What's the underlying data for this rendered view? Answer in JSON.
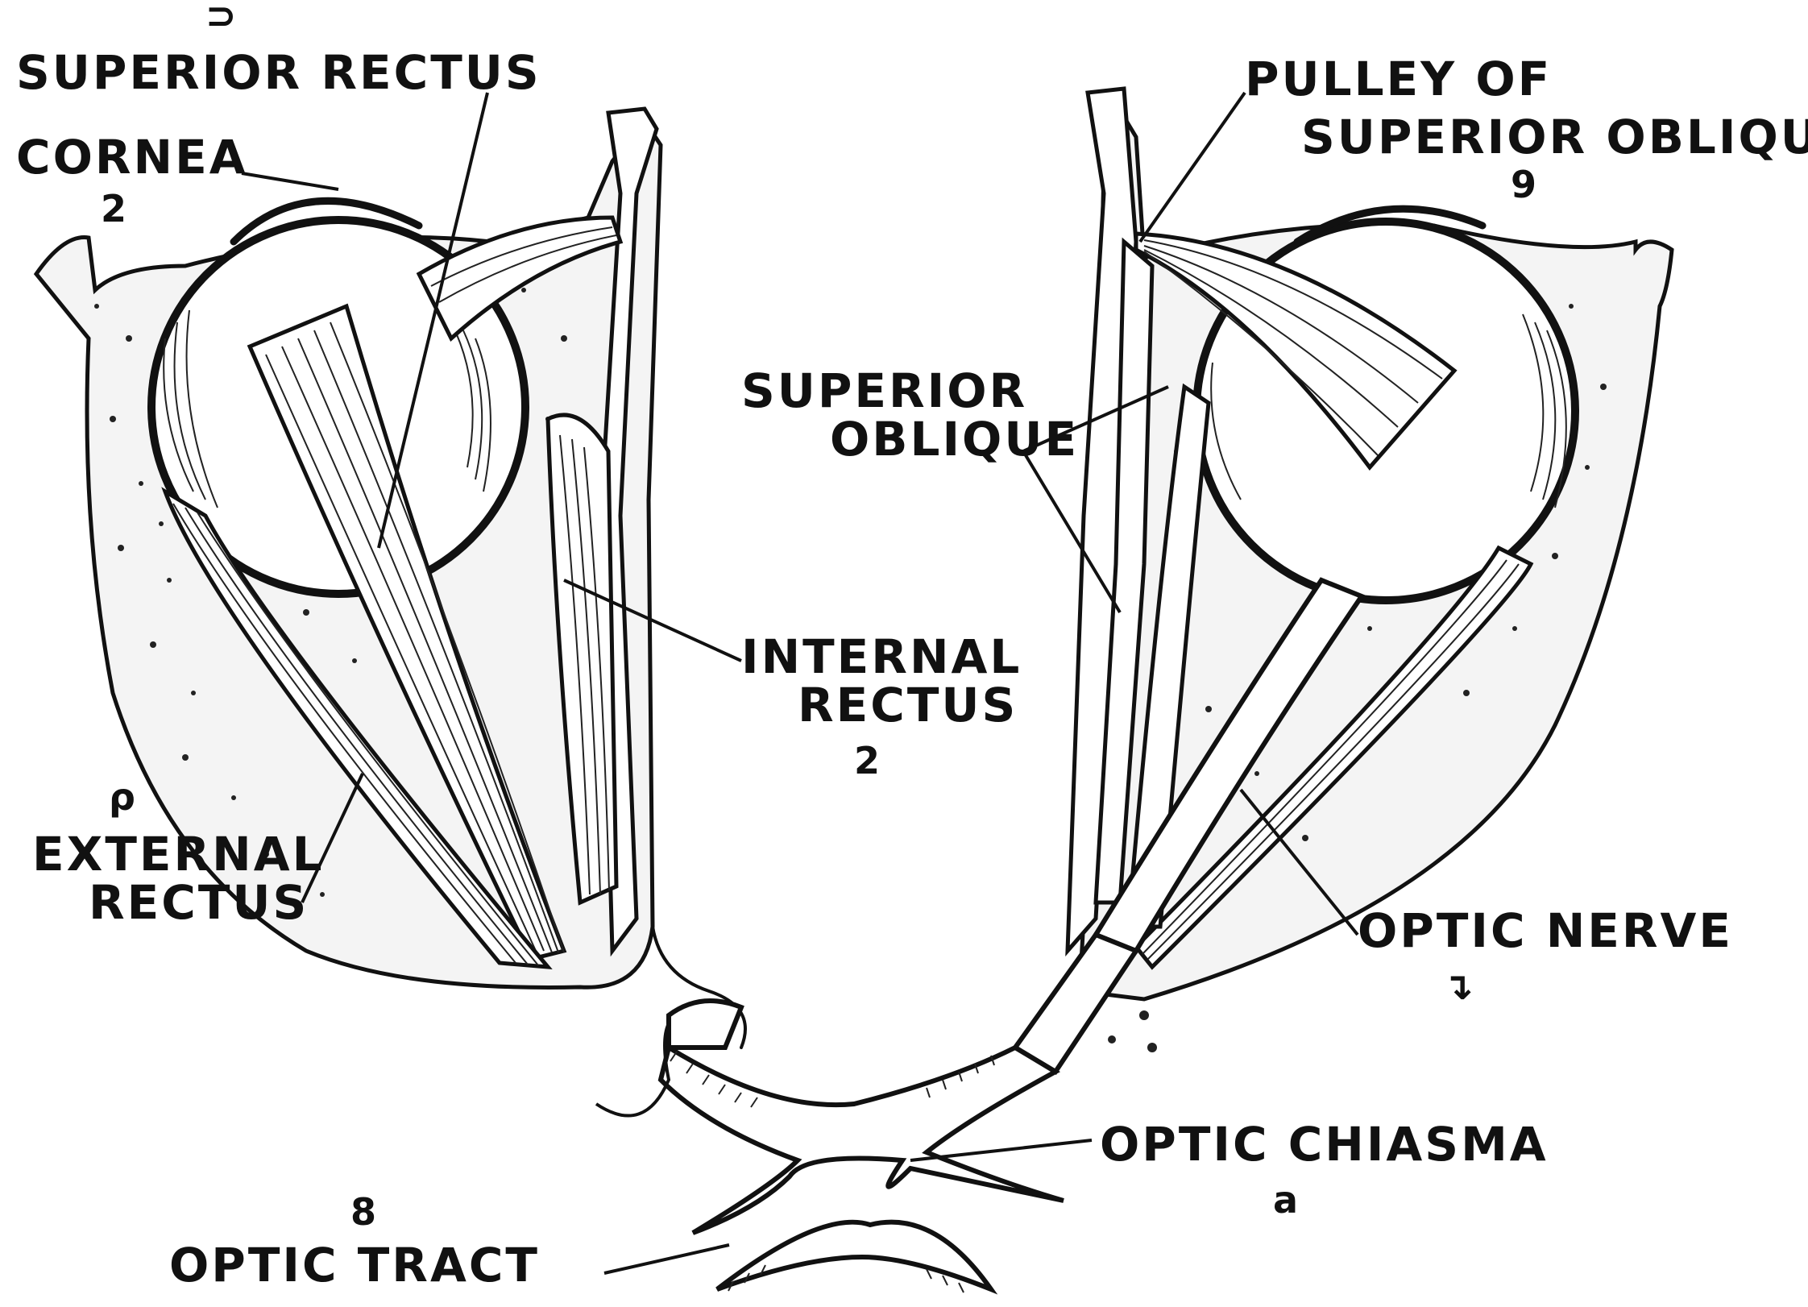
{
  "labels": {
    "superior_rectus": "SUPERIOR RECTUS",
    "cornea": "CORNEA",
    "pulley_line1": "PULLEY OF",
    "pulley_line2": "SUPERIOR OBLIQUE",
    "superior_oblique_line1": "SUPERIOR",
    "superior_oblique_line2": "OBLIQUE",
    "internal_rectus_line1": "INTERNAL",
    "internal_rectus_line2": "RECTUS",
    "external_rectus_line1": "EXTERNAL",
    "external_rectus_line2": "RECTUS",
    "optic_nerve": "OPTIC NERVE",
    "optic_chiasma": "OPTIC CHIASMA",
    "optic_tract": "OPTIC TRACT"
  },
  "handwritten_marks": {
    "superior_rectus": "⊃",
    "cornea": "2",
    "pulley": "9",
    "internal_rectus": "2",
    "external_rectus": "ρ",
    "optic_nerve": "↴",
    "optic_chiasma": "a",
    "optic_tract": "8"
  },
  "colors": {
    "ink": "#111111",
    "paper": "#ffffff"
  }
}
